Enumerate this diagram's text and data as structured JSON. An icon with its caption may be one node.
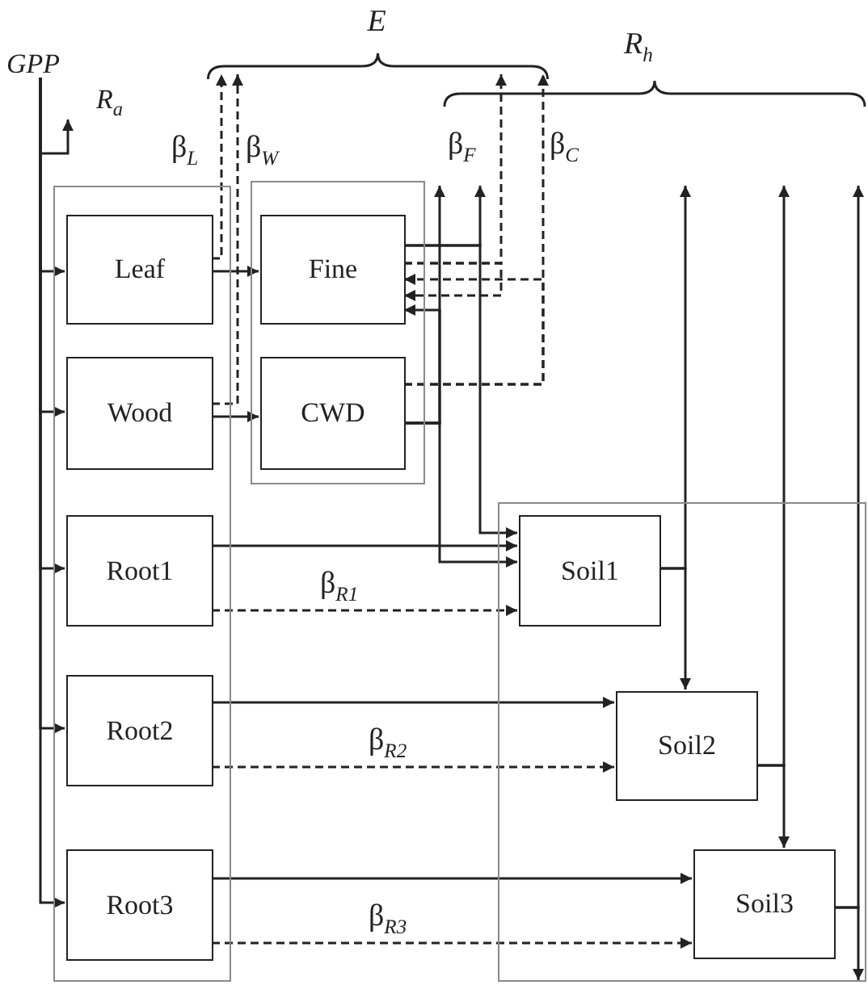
{
  "diagram": {
    "nodes": [
      {
        "text": [
          "GPP"
        ]
      },
      {
        "text": [
          "R$_{a}$"
        ]
      },
      {
        "text": [],
        "shape": "box"
      },
      {
        "text": [
          "Leaf"
        ],
        "in": 2
      },
      {
        "text": [
          "Wood"
        ],
        "in": 2
      },
      {
        "text": [
          "Root1"
        ],
        "in": 2
      },
      {
        "text": [
          "Root2"
        ],
        "in": 2
      },
      {
        "text": [
          "Root3"
        ],
        "in": 2
      },
      {
        "text": [],
        "shape": "box"
      },
      {
        "text": [
          "Fine"
        ],
        "in": 8
      },
      {
        "text": [
          "CWD"
        ],
        "in": 8
      },
      {
        "text": [],
        "shape": "box"
      },
      {
        "text": [
          "Soil1"
        ],
        "in": 11
      },
      {
        "text": [
          "Soil2"
        ],
        "in": 11
      },
      {
        "text": [
          "Soil3"
        ],
        "in": 11
      },
      {
        "text": [
          "E"
        ]
      }
    ],
    "edges": [
      {
        "from": 0,
        "to": 1,
        "arrow": "to"
      },
      {
        "from": 0,
        "to": 3,
        "arrow": "to"
      },
      {
        "from": 0,
        "to": 4,
        "arrow": "to"
      },
      {
        "from": 0,
        "to": 5,
        "arrow": "to"
      },
      {
        "from": 0,
        "to": 6,
        "arrow": "to"
      },
      {
        "from": 0,
        "to": 7,
        "arrow": "to"
      },
      {
        "from": 3,
        "to": 9,
        "arrow": "to"
      },
      {
        "from": 3,
        "to": 15,
        "arrow": "to",
        "style": "dashed",
        "label": "β$_{L}$"
      },
      {
        "from": 4,
        "to": 10,
        "arrow": "to"
      },
      {
        "from": 4,
        "to": 15,
        "arrow": "to",
        "style": "dashed",
        "label": "β$_{W}$"
      },
      {
        "from": 9,
        "to": null,
        "arrow": "to"
      },
      {
        "from": 9,
        "to": 12,
        "arrow": "to"
      },
      {
        "from": 9,
        "to": 15,
        "arrow": "to",
        "style": "dashed",
        "label": "β$_{F}$"
      },
      {
        "from": 9,
        "to": 9,
        "arrow": "to",
        "style": "dashed"
      },
      {
        "from": 10,
        "to": null,
        "arrow": "to"
      },
      {
        "from": 10,
        "to": 12,
        "arrow": "to"
      },
      {
        "from": 10,
        "to": 9,
        "arrow": "to"
      },
      {
        "from": 10,
        "to": 15,
        "arrow": "to",
        "style": "dashed",
        "label": "β$_{C}$"
      },
      {
        "from": 10,
        "to": 9,
        "arrow": "to",
        "style": "dashed"
      },
      {
        "from": 5,
        "to": 12,
        "arrow": "to"
      },
      {
        "from": 5,
        "to": 12,
        "arrow": "to",
        "style": "dashed",
        "label": "β$_{R1}$"
      },
      {
        "from": 6,
        "to": 13,
        "arrow": "to"
      },
      {
        "from": 6,
        "to": 13,
        "arrow": "to",
        "style": "dashed",
        "label": "β$_{R2}$"
      },
      {
        "from": 7,
        "to": 14,
        "arrow": "to"
      },
      {
        "from": 7,
        "to": 14,
        "arrow": "to",
        "style": "dashed",
        "label": "β$_{R3}$"
      },
      {
        "from": 12,
        "to": 13,
        "arrow": "to"
      },
      {
        "from": 12,
        "to": null,
        "arrow": "to"
      },
      {
        "from": 13,
        "to": 14,
        "arrow": "to"
      },
      {
        "from": 13,
        "to": null,
        "arrow": "to"
      },
      {
        "from": 14,
        "to": null,
        "arrow": "to"
      },
      {
        "from": 14,
        "to": null,
        "arrow": "to"
      }
    ],
    "labels": [
      "R$_{h}$"
    ]
  }
}
